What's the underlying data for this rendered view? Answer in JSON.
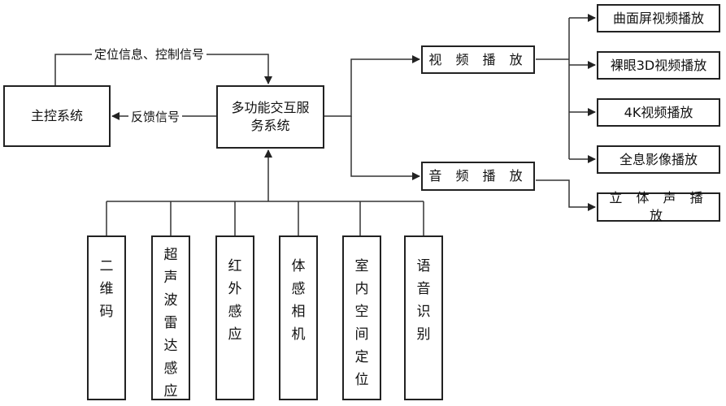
{
  "diagram": {
    "main_control": "主控系统",
    "interaction_line1": "多功能交互服",
    "interaction_line2": "务系统",
    "edge_top": "定位信息、控制信号",
    "edge_feedback": "反馈信号",
    "video_play": "视 频 播 放",
    "audio_play": "音 频 播 放",
    "video_outputs": [
      "曲面屏视频播放",
      "裸眼3D视频播放",
      "4K视频播放",
      "全息影像播放"
    ],
    "audio_output": "立 体 声 播 放",
    "sensors": [
      [
        "二",
        "维",
        "码"
      ],
      [
        "超",
        "声",
        "波",
        "雷",
        "达",
        "感",
        "应"
      ],
      [
        "红",
        "外",
        "感",
        "应"
      ],
      [
        "体",
        "感",
        "相",
        "机"
      ],
      [
        "室",
        "内",
        "空",
        "间",
        "定",
        "位"
      ],
      [
        "语",
        "音",
        "识",
        "别"
      ]
    ]
  }
}
